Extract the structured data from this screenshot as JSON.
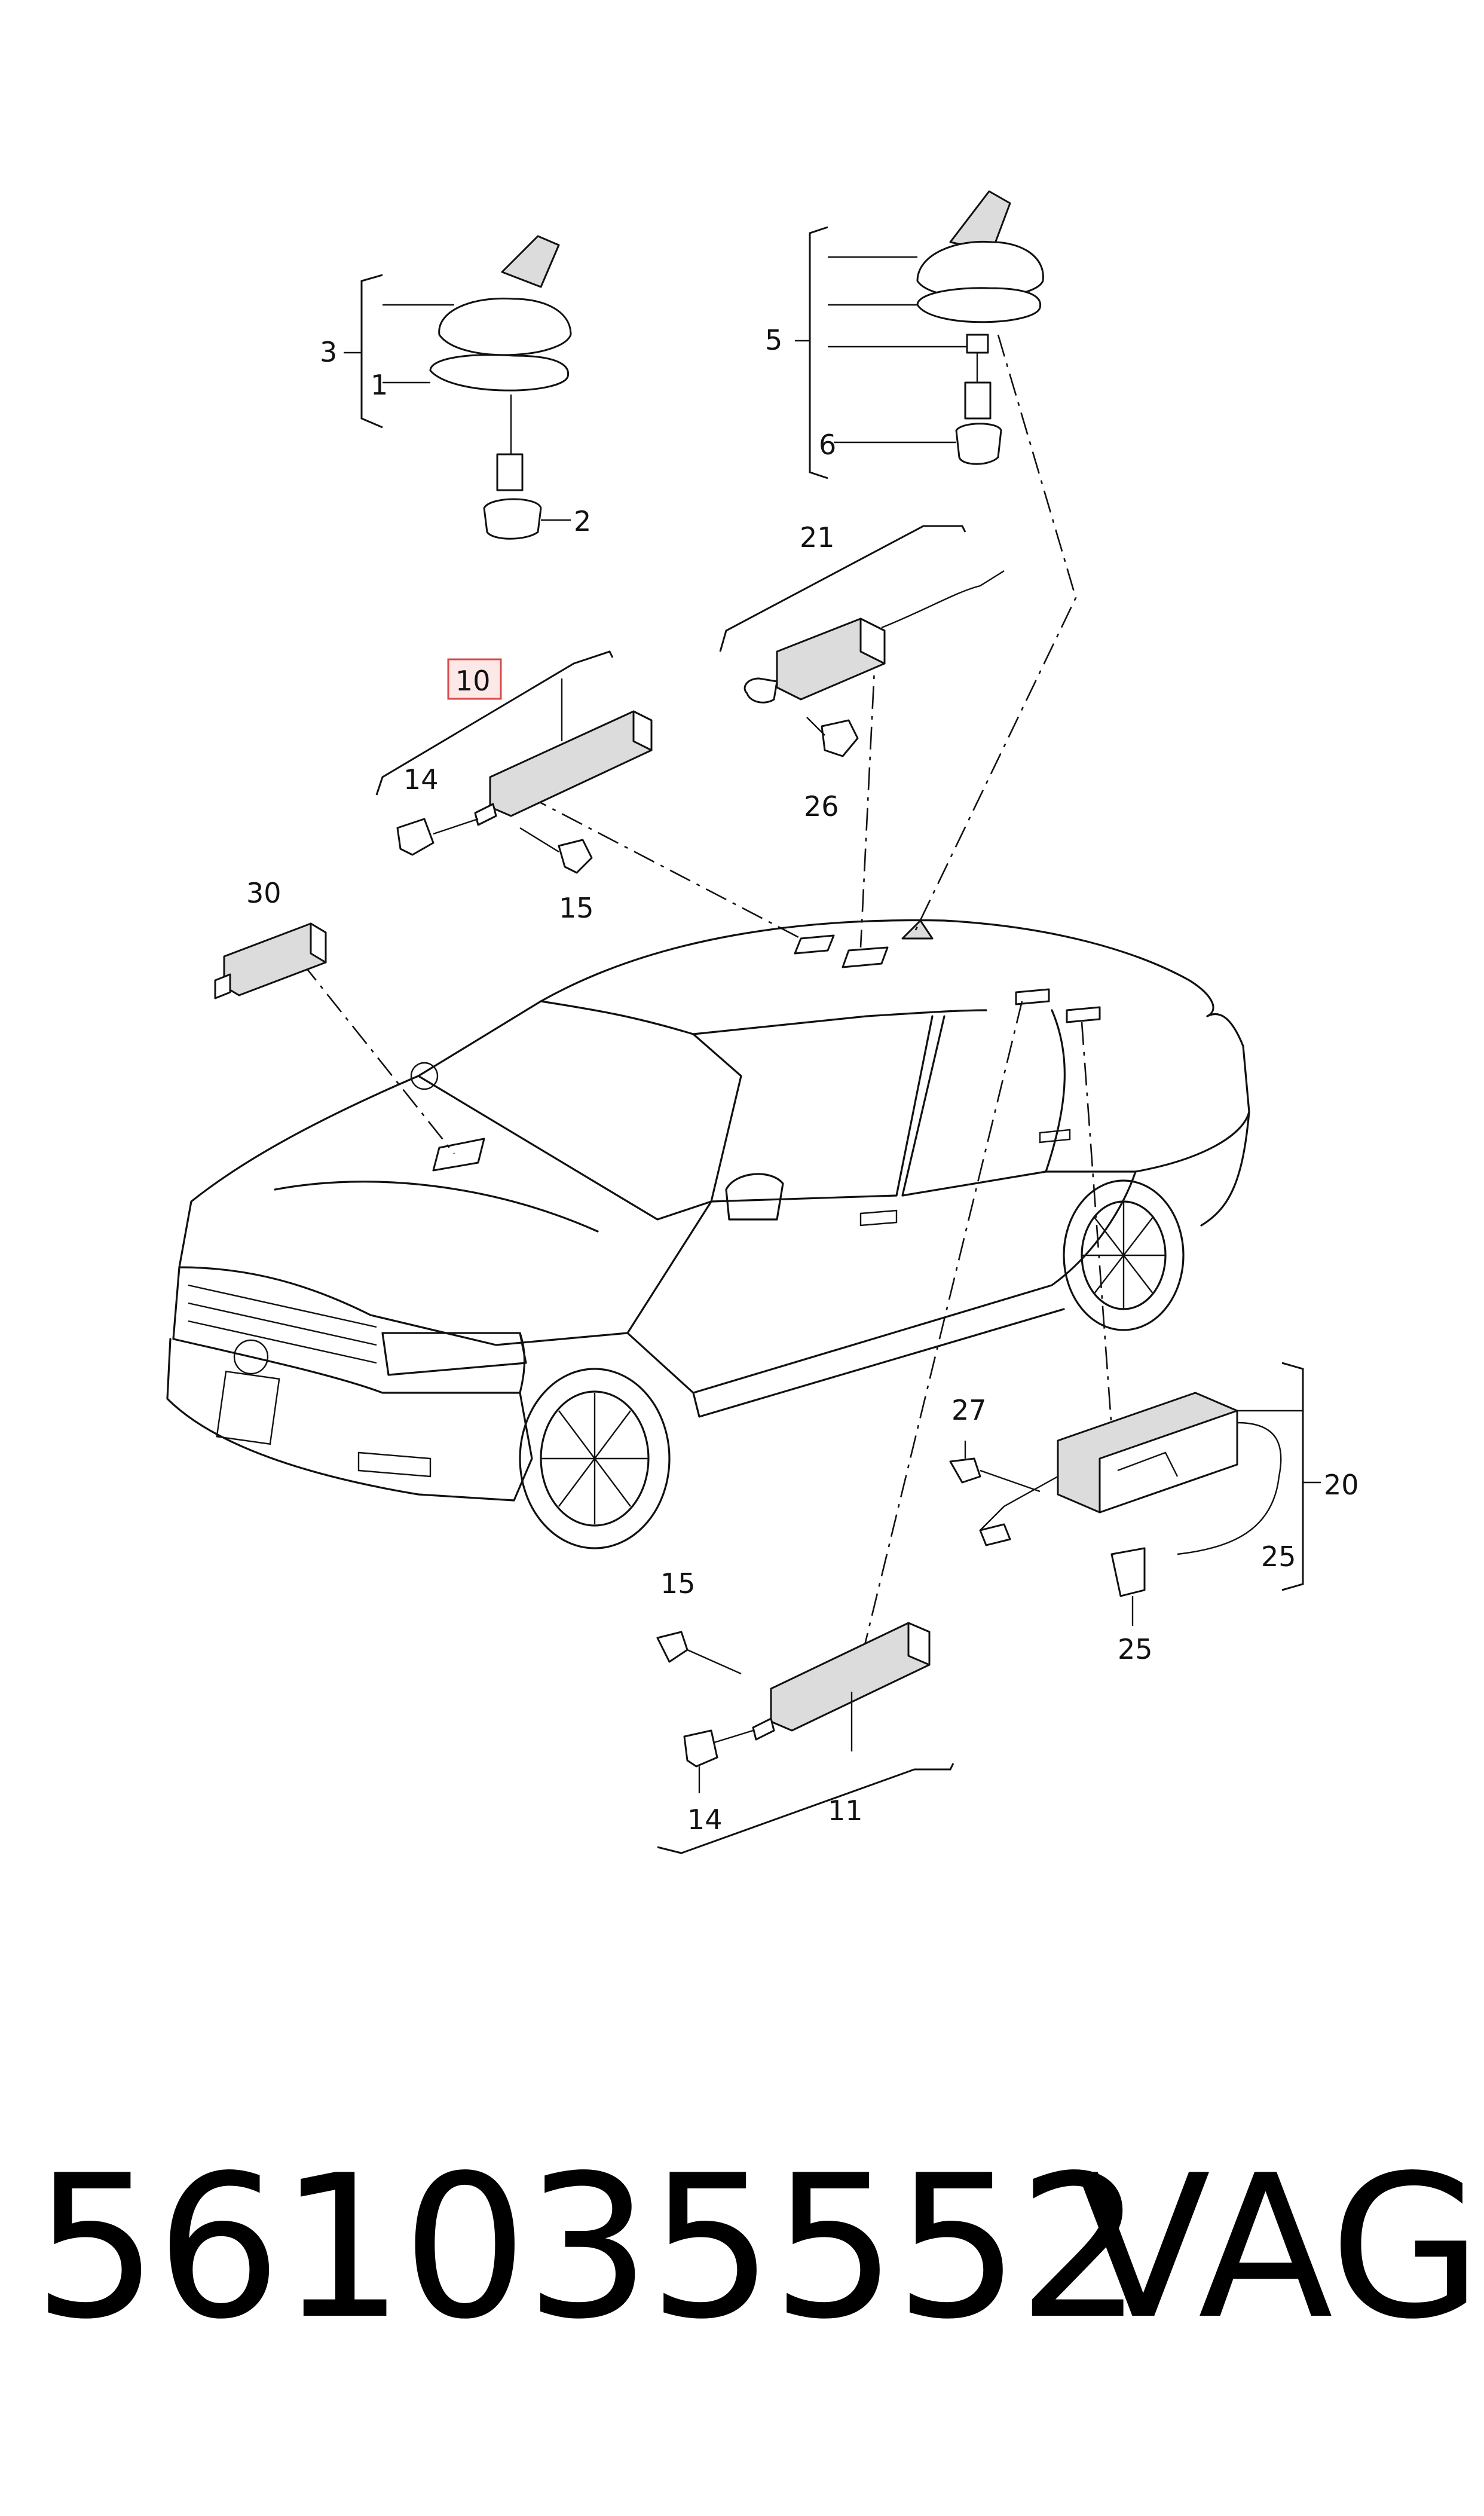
{
  "diagram": {
    "callouts": {
      "c1": "1",
      "c2": "2",
      "c3": "3",
      "c5": "5",
      "c6": "6",
      "c10": "10",
      "c11": "11",
      "c14a": "14",
      "c14b": "14",
      "c15a": "15",
      "c15b": "15",
      "c20": "20",
      "c21": "21",
      "c25a": "25",
      "c25b": "25",
      "c26": "26",
      "c27": "27",
      "c30": "30"
    },
    "highlighted_callout": "10",
    "highlight_color": "#d84a4a"
  },
  "footer": {
    "part_number": "561035552",
    "brand": "VAG"
  }
}
